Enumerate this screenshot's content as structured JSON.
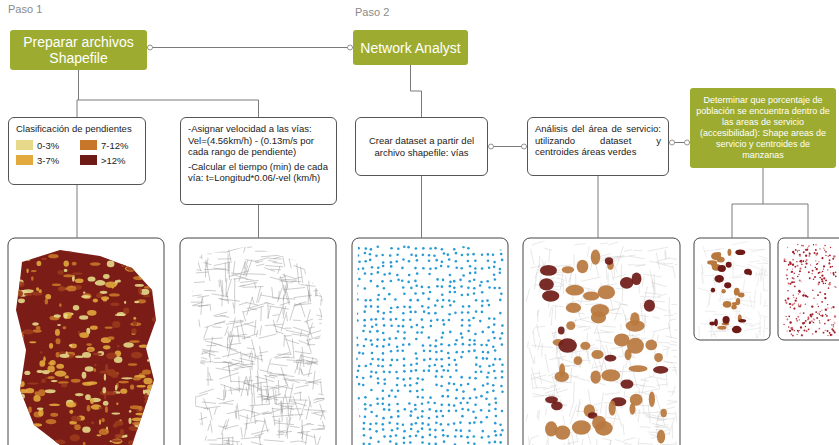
{
  "diagram": {
    "nodes": [
      {
        "text": [
          "Preparar archivos Shapefile"
        ]
      },
      {
        "text": [
          "Network Analyst"
        ]
      },
      {
        "text": [
          "Clasificación de pendientes"
        ]
      },
      {
        "text": [
          "-Asignar velocidad a las vías: Vel=(4.56km/h) - (0.13m/s por cada rango de pendiente)",
          "-Calcular el tiempo (min) de cada vía: t=Longitud*0.06/-vel (km/h)"
        ]
      },
      {
        "text": [
          "Crear dataset a partir del archivo shapefile: vías"
        ]
      },
      {
        "text": [
          "Análisis del área de servicio: utilizando dataset y centroides áreas verdes"
        ]
      },
      {
        "text": [
          "Determinar que porcentaje de población se encuentra dentro de las areas de servicio (accesibilidad): Shape areas de servicio y centroides de manzanas"
        ]
      }
    ],
    "edges": [
      {
        "from": 0,
        "to": 1,
        "arrow": "none"
      },
      {
        "from": 0,
        "to": 2,
        "arrow": "none"
      },
      {
        "from": 0,
        "to": 3,
        "arrow": "none"
      },
      {
        "from": 1,
        "to": 4,
        "arrow": "none"
      },
      {
        "from": 4,
        "to": 5,
        "arrow": "none"
      },
      {
        "from": 5,
        "to": 6,
        "arrow": "none"
      }
    ],
    "labels": [
      "Paso 1",
      "Paso 2"
    ],
    "legend": [
      {
        "text": "0-3%",
        "color": "#e6d98a"
      },
      {
        "text": "7-12%",
        "color": "#c8772a"
      },
      {
        "text": "3-7%",
        "color": "#e2a93c"
      },
      {
        "text": ">12%",
        "color": "#6e1a16"
      }
    ]
  }
}
